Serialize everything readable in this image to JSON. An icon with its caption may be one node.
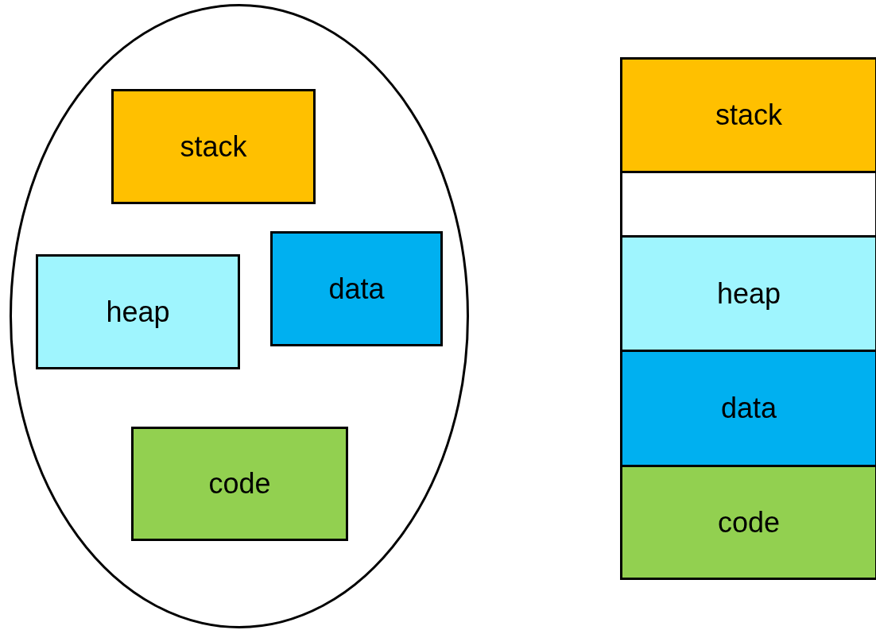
{
  "diagram": {
    "nodes": [
      {
        "text": [],
        "shape": "ellipse"
      },
      {
        "text": [
          "stack"
        ],
        "in": 0
      },
      {
        "text": [
          "heap"
        ],
        "in": 0
      },
      {
        "text": [
          "data"
        ],
        "in": 0
      },
      {
        "text": [
          "code"
        ],
        "in": 0
      },
      {
        "text": [
          "stack"
        ]
      },
      {
        "text": [],
        "shape": "box"
      },
      {
        "text": [
          "heap"
        ]
      },
      {
        "text": [
          "data"
        ]
      },
      {
        "text": [
          "code"
        ]
      }
    ],
    "edges": []
  }
}
